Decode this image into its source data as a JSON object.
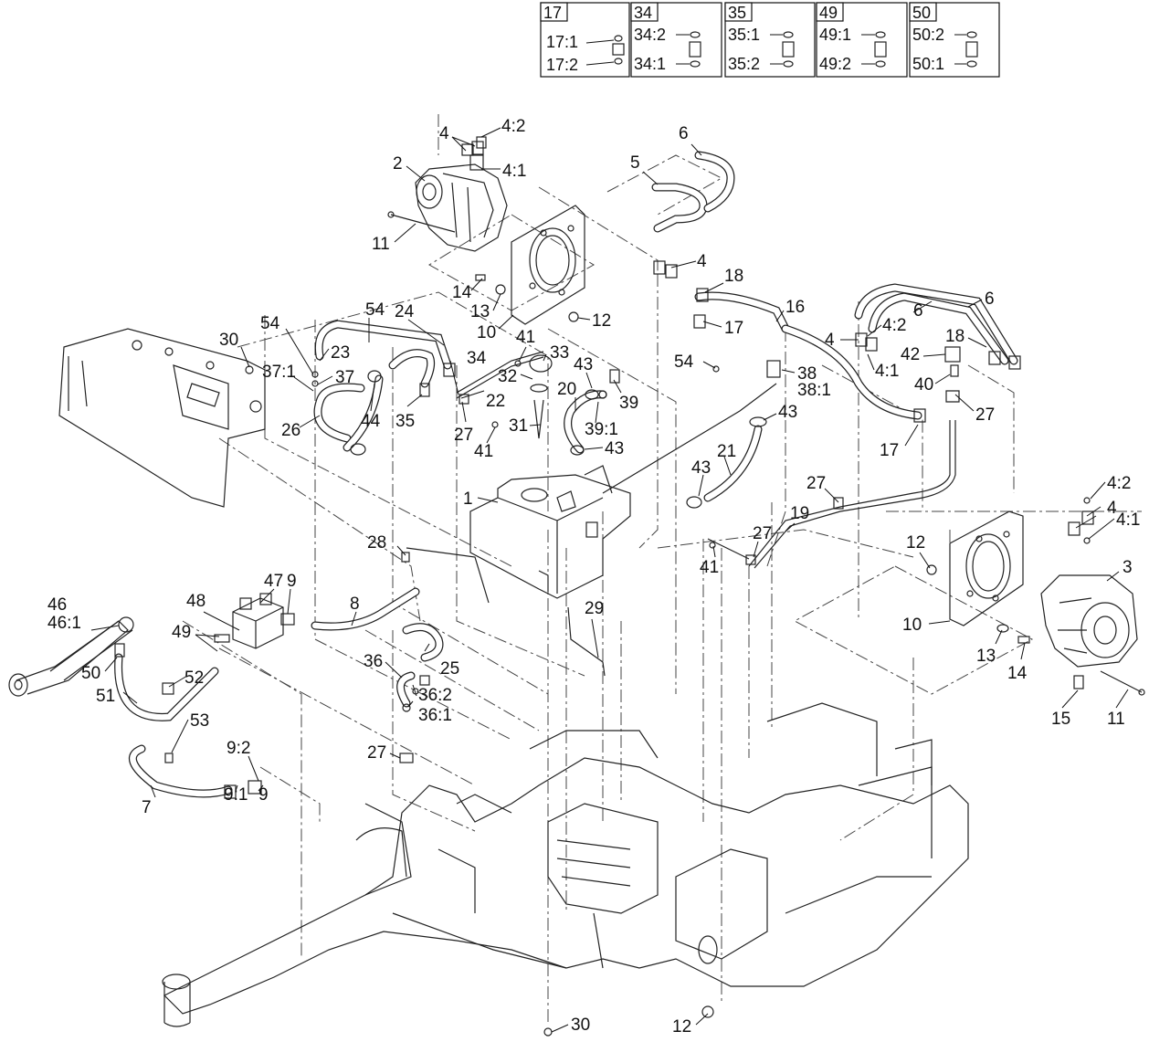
{
  "detail_boxes": [
    {
      "id": "17",
      "items": [
        "17:1",
        "17:2"
      ]
    },
    {
      "id": "34",
      "items": [
        "34:2",
        "34:1"
      ]
    },
    {
      "id": "35",
      "items": [
        "35:1",
        "35:2"
      ]
    },
    {
      "id": "49",
      "items": [
        "49:1",
        "49:2"
      ]
    },
    {
      "id": "50",
      "items": [
        "50:2",
        "50:1"
      ]
    }
  ],
  "callouts": [
    {
      "t": "4"
    },
    {
      "t": "4:2"
    },
    {
      "t": "4:1"
    },
    {
      "t": "2"
    },
    {
      "t": "11"
    },
    {
      "t": "6"
    },
    {
      "t": "5"
    },
    {
      "t": "4"
    },
    {
      "t": "18"
    },
    {
      "t": "17"
    },
    {
      "t": "14"
    },
    {
      "t": "13"
    },
    {
      "t": "10"
    },
    {
      "t": "12"
    },
    {
      "t": "16"
    },
    {
      "t": "6"
    },
    {
      "t": "6"
    },
    {
      "t": "4:2"
    },
    {
      "t": "4"
    },
    {
      "t": "4:1"
    },
    {
      "t": "18"
    },
    {
      "t": "42"
    },
    {
      "t": "40"
    },
    {
      "t": "27"
    },
    {
      "t": "17"
    },
    {
      "t": "54"
    },
    {
      "t": "24"
    },
    {
      "t": "54"
    },
    {
      "t": "30"
    },
    {
      "t": "23"
    },
    {
      "t": "37:1"
    },
    {
      "t": "37"
    },
    {
      "t": "26"
    },
    {
      "t": "44"
    },
    {
      "t": "35"
    },
    {
      "t": "34"
    },
    {
      "t": "41"
    },
    {
      "t": "33"
    },
    {
      "t": "32"
    },
    {
      "t": "43"
    },
    {
      "t": "22"
    },
    {
      "t": "20"
    },
    {
      "t": "39"
    },
    {
      "t": "54"
    },
    {
      "t": "38"
    },
    {
      "t": "38:1"
    },
    {
      "t": "27"
    },
    {
      "t": "31"
    },
    {
      "t": "39:1"
    },
    {
      "t": "41"
    },
    {
      "t": "43"
    },
    {
      "t": "43"
    },
    {
      "t": "21"
    },
    {
      "t": "43"
    },
    {
      "t": "1"
    },
    {
      "t": "4:2"
    },
    {
      "t": "4"
    },
    {
      "t": "4:1"
    },
    {
      "t": "27"
    },
    {
      "t": "19"
    },
    {
      "t": "28"
    },
    {
      "t": "27"
    },
    {
      "t": "41"
    },
    {
      "t": "12"
    },
    {
      "t": "3"
    },
    {
      "t": "10"
    },
    {
      "t": "13"
    },
    {
      "t": "14"
    },
    {
      "t": "15"
    },
    {
      "t": "11"
    },
    {
      "t": "46"
    },
    {
      "t": "46:1"
    },
    {
      "t": "48"
    },
    {
      "t": "47"
    },
    {
      "t": "9"
    },
    {
      "t": "49"
    },
    {
      "t": "8"
    },
    {
      "t": "29"
    },
    {
      "t": "50"
    },
    {
      "t": "52"
    },
    {
      "t": "25"
    },
    {
      "t": "36"
    },
    {
      "t": "36:2"
    },
    {
      "t": "36:1"
    },
    {
      "t": "51"
    },
    {
      "t": "53"
    },
    {
      "t": "9:2"
    },
    {
      "t": "27"
    },
    {
      "t": "7"
    },
    {
      "t": "9:1"
    },
    {
      "t": "9"
    },
    {
      "t": "30"
    },
    {
      "t": "12"
    }
  ]
}
